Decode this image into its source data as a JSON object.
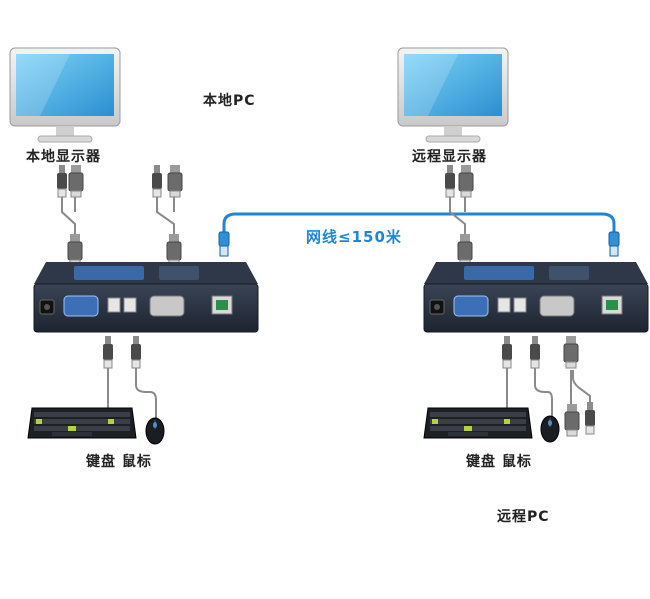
{
  "labels": {
    "local_pc": "本地PC",
    "local_monitor": "本地显示器",
    "remote_monitor": "远程显示器",
    "network_cable": "网线≤150米",
    "local_keyboard_mouse": "键盘 鼠标",
    "remote_keyboard_mouse": "键盘 鼠标",
    "remote_pc": "远程PC"
  },
  "colors": {
    "network_cable": "#1f86d6",
    "extender_body": "#2a3444",
    "extender_face": "#3b6fb0",
    "screen": "#3fb0e8",
    "cable": "#8a8a8a"
  },
  "icons": {
    "monitor": "monitor-icon",
    "pc_tower": "pc-tower-icon",
    "keyboard": "keyboard-icon",
    "mouse": "mouse-icon",
    "vga_connector": "vga-connector-icon",
    "usb_connector": "usb-connector-icon",
    "rj45_connector": "rj45-connector-icon",
    "extender": "kvm-extender-icon"
  }
}
